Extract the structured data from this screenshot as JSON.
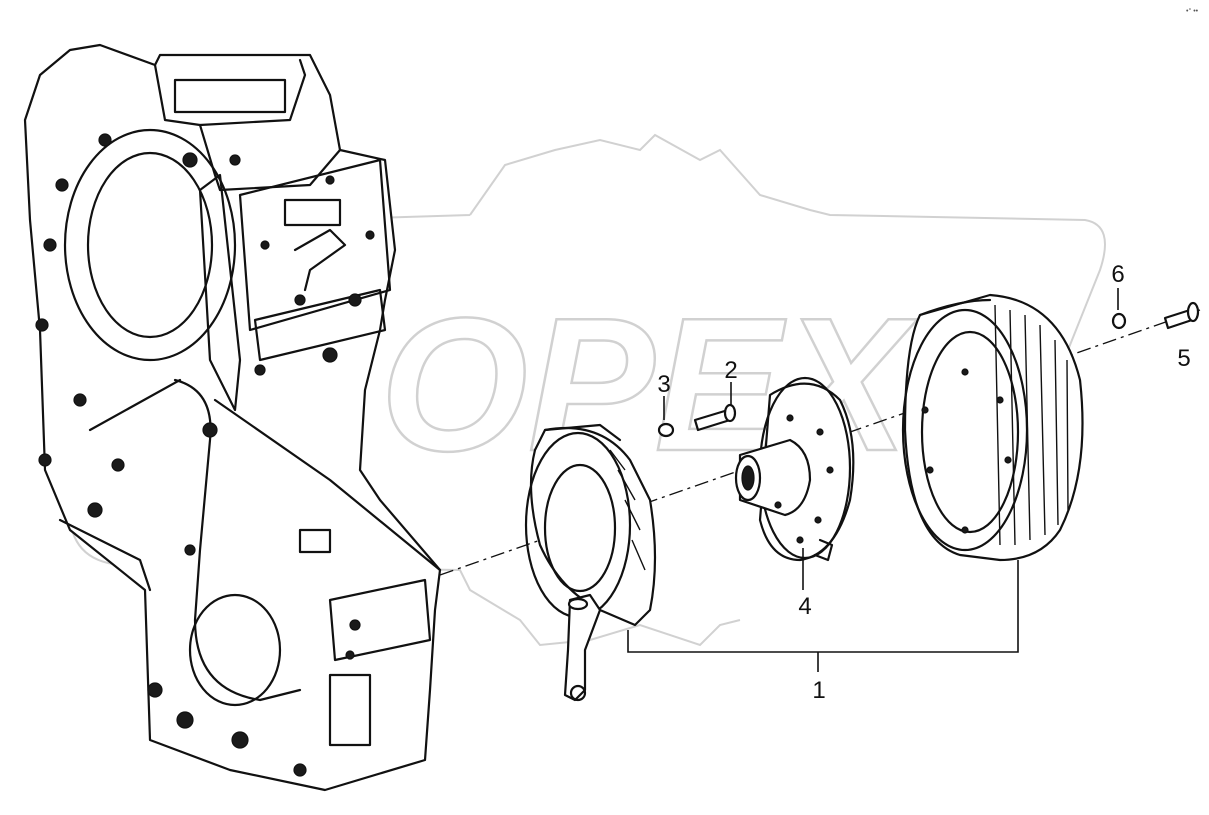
{
  "corner_mark": "•° ••",
  "watermark": {
    "text": "OPEX"
  },
  "callouts": [
    {
      "id": "1",
      "label": "1"
    },
    {
      "id": "2",
      "label": "2"
    },
    {
      "id": "3",
      "label": "3"
    },
    {
      "id": "4",
      "label": "4"
    },
    {
      "id": "5",
      "label": "5"
    },
    {
      "id": "6",
      "label": "6"
    }
  ]
}
